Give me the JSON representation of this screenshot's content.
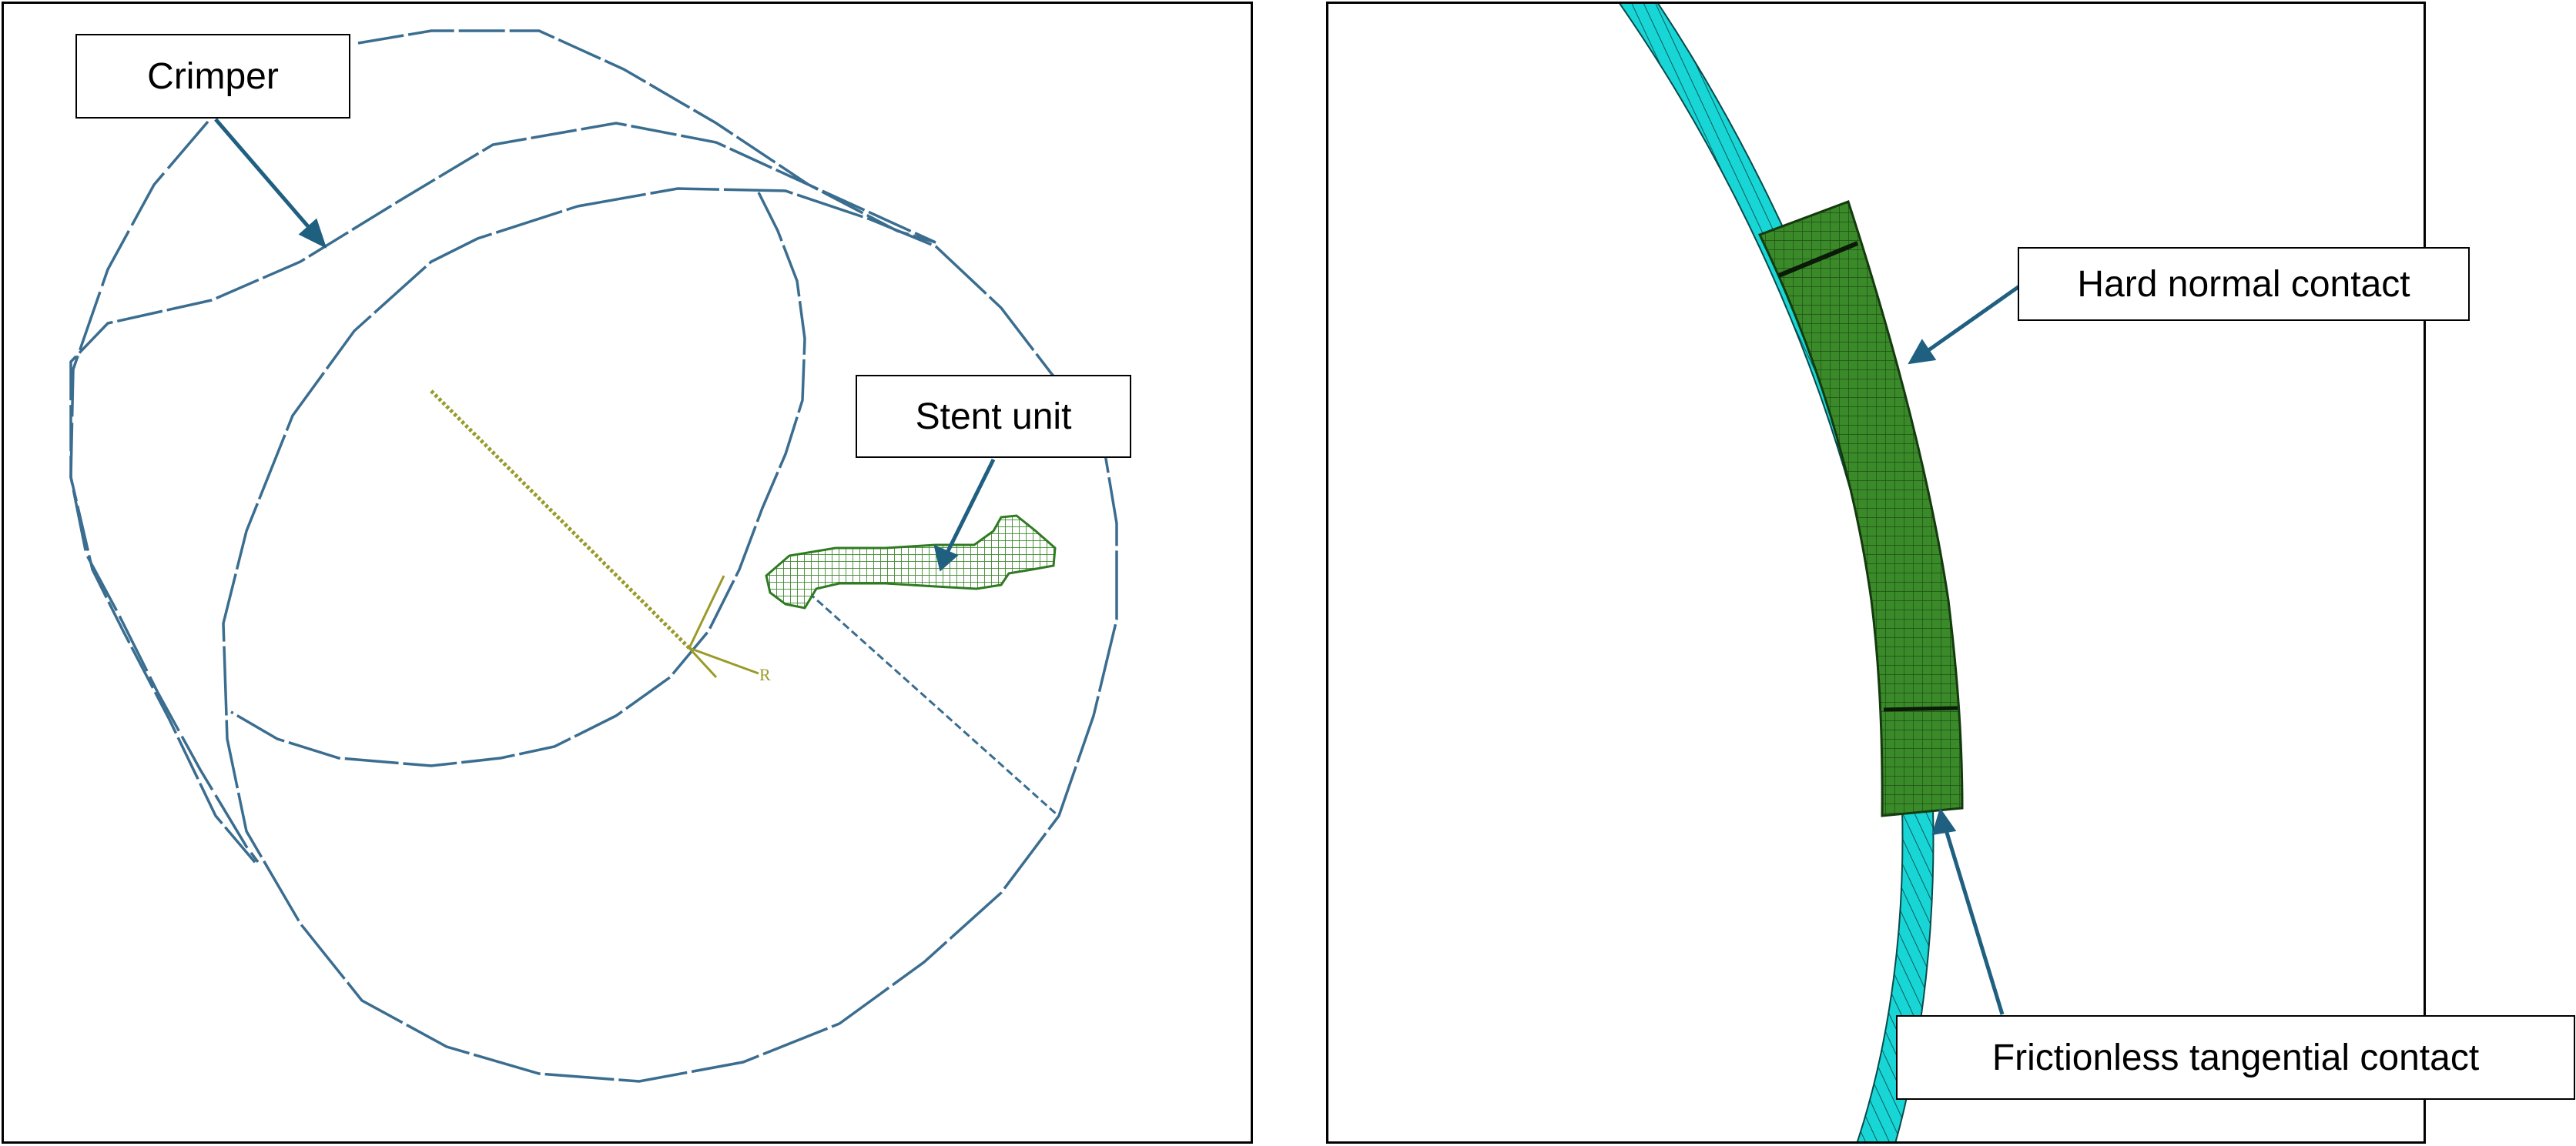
{
  "labels": {
    "crimper": "Crimper",
    "stent_unit": "Stent unit",
    "hard_normal_contact": "Hard normal contact",
    "frictionless_tangential_contact": "Frictionless tangential contact"
  },
  "axis_letters": {
    "r": "R"
  },
  "colors": {
    "crimper_line": "#3a6d8f",
    "stent_mesh": "#3e8a2e",
    "stent_fill": "#2f7a22",
    "axis": "#9a9a2a",
    "contact_ring": "#19d6d6",
    "arrow": "#1f5f80",
    "frame": "#000000"
  }
}
